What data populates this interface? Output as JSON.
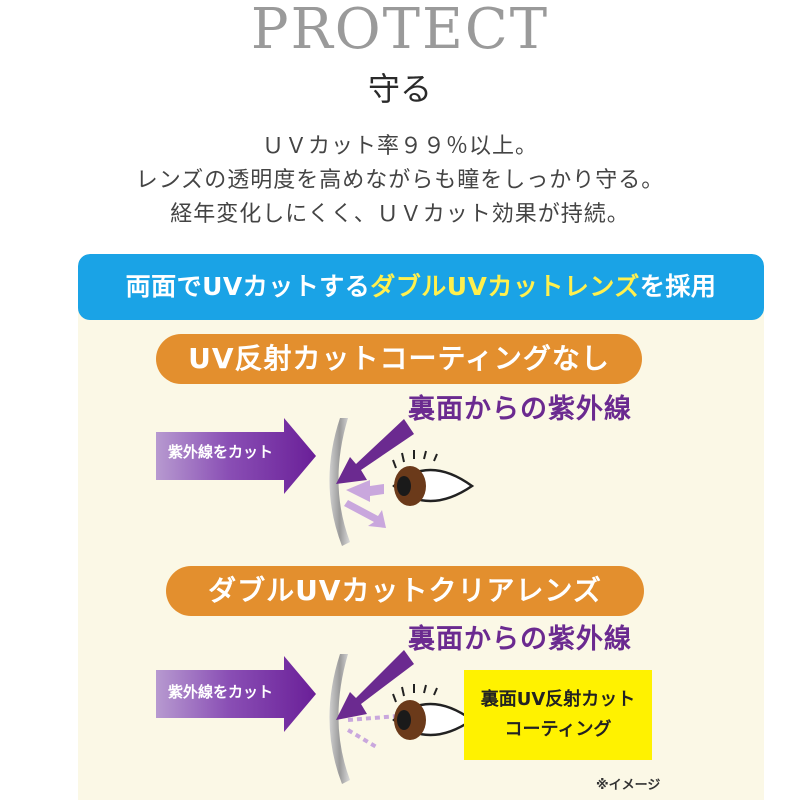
{
  "header": {
    "title": "PROTECT",
    "subtitle": "守る"
  },
  "description": {
    "lines": [
      "ＵＶカット率９９％以上。",
      "レンズの透明度を高めながらも瞳をしっかり守る。",
      "経年変化しにくく、ＵＶカット効果が持続。"
    ]
  },
  "banner": {
    "text_before": "両面でUVカットする",
    "text_highlight": "ダブルUVカットレンズ",
    "text_after": "を採用"
  },
  "section1": {
    "pill_label": "UV反射カットコーティングなし",
    "uv_label": "裏面からの紫外線",
    "arrow_label": "紫外線をカット"
  },
  "section2": {
    "pill_label": "ダブルUVカットクリアレンズ",
    "uv_label": "裏面からの紫外線",
    "arrow_label": "紫外線をカット",
    "coating_box": [
      "裏面UV反射カット",
      "コーティング"
    ]
  },
  "note": "※イメージ",
  "colors": {
    "banner_blue": "#1aa3e6",
    "banner_highlight": "#fff04d",
    "pill_orange": "#e38f2e",
    "uv_purple": "#6b2a90",
    "panel_cream": "#fbf8e6",
    "coating_yellow": "#fff200"
  }
}
